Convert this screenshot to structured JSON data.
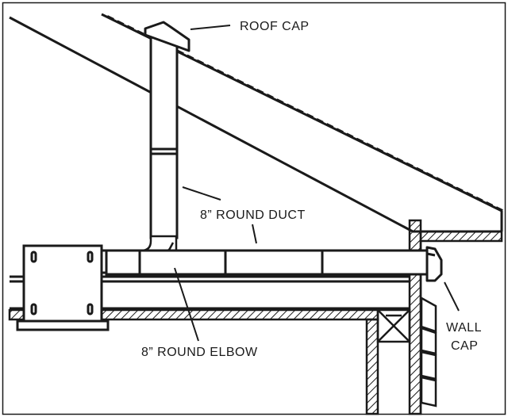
{
  "labels": {
    "roof_cap": "ROOF CAP",
    "round_duct": "8” ROUND DUCT",
    "round_elbow": "8” ROUND ELBOW",
    "wall_cap_line1": "WALL",
    "wall_cap_line2": "CAP"
  },
  "colors": {
    "stroke": "#1a1a1a",
    "background": "#ffffff"
  }
}
